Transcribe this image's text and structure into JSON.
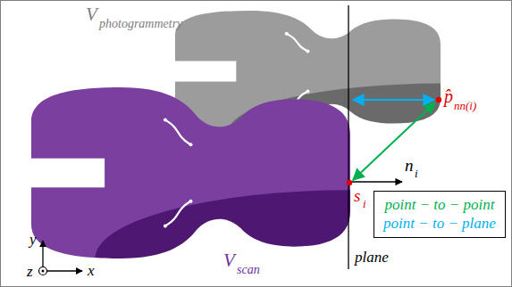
{
  "diagram": {
    "labels": [
      "V",
      "photogrammetry",
      "p̂",
      "nn(i)",
      "n",
      "i",
      "s",
      "i",
      "plane",
      "V",
      "scan",
      "y",
      "x",
      "z"
    ],
    "legend": [
      {
        "text": "point − to − point",
        "color": "#00b050"
      },
      {
        "text": "point − to − plane",
        "color": "#00b0f0"
      }
    ]
  }
}
